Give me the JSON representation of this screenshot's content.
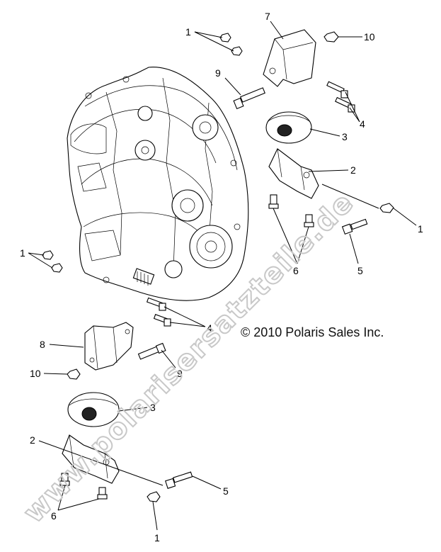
{
  "callouts": {
    "c1a": "1",
    "c1b": "1",
    "c1c": "1",
    "c1d": "1",
    "c2a": "2",
    "c2b": "2",
    "c3a": "3",
    "c3b": "3",
    "c4a": "4",
    "c4b": "4",
    "c5a": "5",
    "c5b": "5",
    "c6a": "6",
    "c6b": "6",
    "c7": "7",
    "c8": "8",
    "c9a": "9",
    "c9b": "9",
    "c10a": "10",
    "c10b": "10"
  },
  "copyright": "© 2010 Polaris Sales Inc.",
  "watermark": "www.polarisersatzteile.de"
}
